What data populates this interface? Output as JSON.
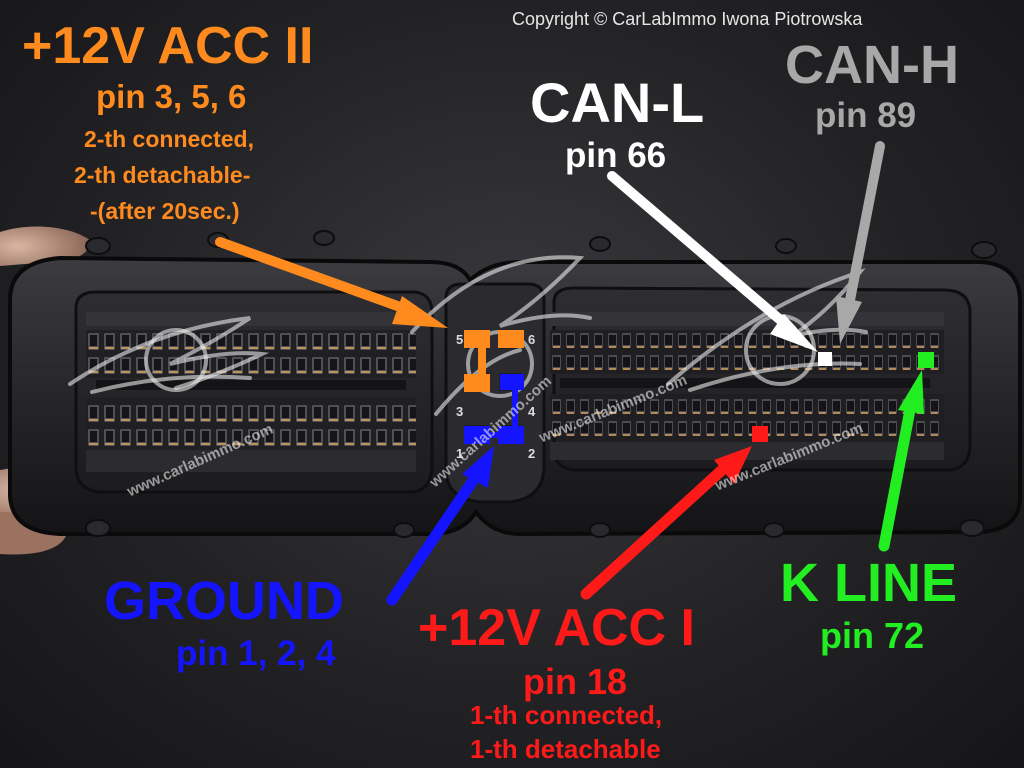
{
  "copyright": "Copyright © CarLabImmo Iwona Piotrowska",
  "watermark": "www.carlabimmo.com",
  "labels": {
    "acc2": {
      "title": "+12V ACC II",
      "pins": "pin 3, 5, 6",
      "note_line1": "2-th connected,",
      "note_line2": "2-th detachable-",
      "note_line3": "-(after 20sec.)",
      "color": "#ff8a1e"
    },
    "can_l": {
      "title": "CAN-L",
      "pin": "pin 66",
      "color": "#ffffff"
    },
    "can_h": {
      "title": "CAN-H",
      "pin": "pin 89",
      "color": "#a8a8a8"
    },
    "ground": {
      "title": "GROUND",
      "pins": "pin 1, 2, 4",
      "color": "#1414ff"
    },
    "acc1": {
      "title": "+12V ACC I",
      "pin": "pin 18",
      "note_line1": "1-th connected,",
      "note_line2": "1-th detachable",
      "color": "#ff1a1a"
    },
    "k_line": {
      "title": "K LINE",
      "pin": "pin 72",
      "color": "#22ee22"
    }
  },
  "connector_pin_numbers": [
    "5",
    "6",
    "3",
    "4",
    "1",
    "2"
  ],
  "icons": [
    "winged-logo-icon",
    "arrow-icon"
  ]
}
